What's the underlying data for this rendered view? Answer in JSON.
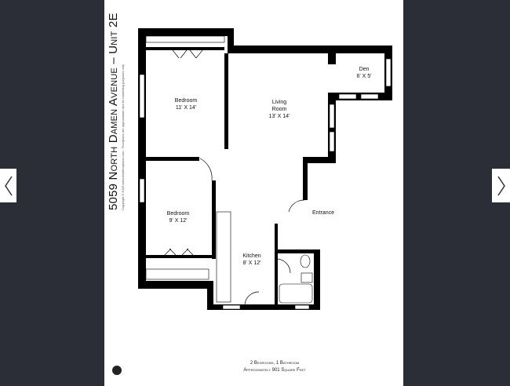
{
  "plan": {
    "title": "5059 North Damen Avenue – Unit 2E",
    "copyright": "Copyright © 2020 www.bestfloorplans.com - Floorplans are approximate and for marketing purposes only",
    "rooms": [
      {
        "name": "Bedroom",
        "size": "11' X 14'"
      },
      {
        "name": "Living Room",
        "size": "13' X 14'"
      },
      {
        "name": "Den",
        "size": "6' X 5'"
      },
      {
        "name": "Bedroom",
        "size": "9' X 12'"
      },
      {
        "name": "Entrance",
        "size": ""
      },
      {
        "name": "Kitchen",
        "size": "8' X 12'"
      }
    ],
    "summary_line1": "2 Bedrooms, 1 Bathroom",
    "summary_line2": "Approximately 901 Square Feet"
  },
  "nav": {
    "prev_icon": "chevron-left-icon",
    "next_icon": "chevron-right-icon"
  },
  "colors": {
    "background": "#2b2e36",
    "wall": "#000000"
  }
}
